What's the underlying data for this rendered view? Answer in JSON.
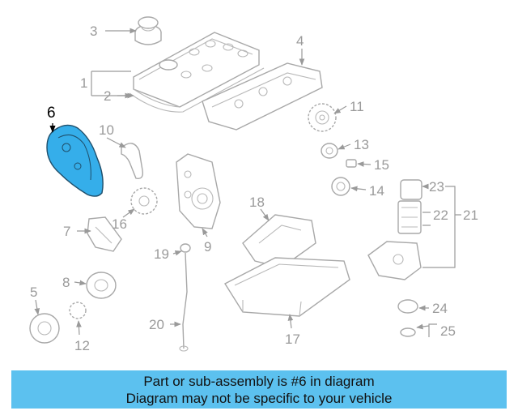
{
  "diagram": {
    "highlighted_label": "6",
    "part_labels": {
      "p1": "1",
      "p2": "2",
      "p3": "3",
      "p4": "4",
      "p5": "5",
      "p7": "7",
      "p8": "8",
      "p9": "9",
      "p10": "10",
      "p11": "11",
      "p12": "12",
      "p13": "13",
      "p14": "14",
      "p15": "15",
      "p16": "16",
      "p17": "17",
      "p18": "18",
      "p19": "19",
      "p20": "20",
      "p21": "21",
      "p22": "22",
      "p23": "23",
      "p24": "24",
      "p25": "25"
    },
    "highlight_color": "#35aeea"
  },
  "banner": {
    "line1": "Part or sub-assembly is #6 in diagram",
    "line2": "Diagram may not be specific to your vehicle",
    "background": "#5cc1ef"
  }
}
